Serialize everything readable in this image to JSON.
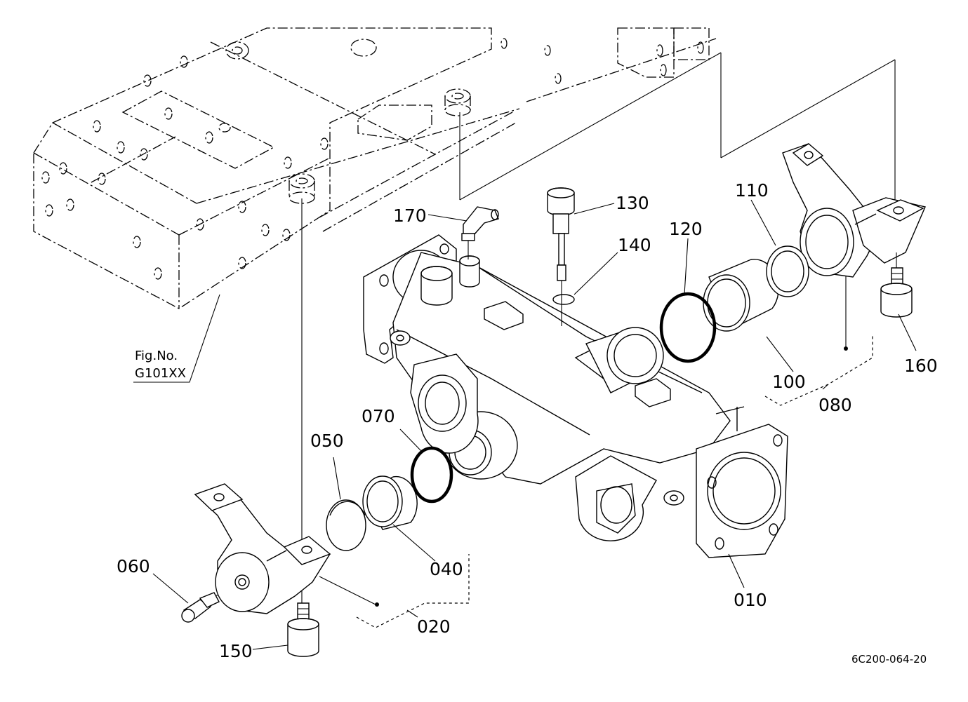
{
  "figure_ref": {
    "line1": "Fig.No.",
    "line2": "G101XX"
  },
  "parts": {
    "p010": "010",
    "p020": "020",
    "p040": "040",
    "p050": "050",
    "p060": "060",
    "p070": "070",
    "p080": "080",
    "p100": "100",
    "p110": "110",
    "p120": "120",
    "p130": "130",
    "p140": "140",
    "p150": "150",
    "p160": "160",
    "p170": "170"
  },
  "drawing_code": "6C200-064-20"
}
